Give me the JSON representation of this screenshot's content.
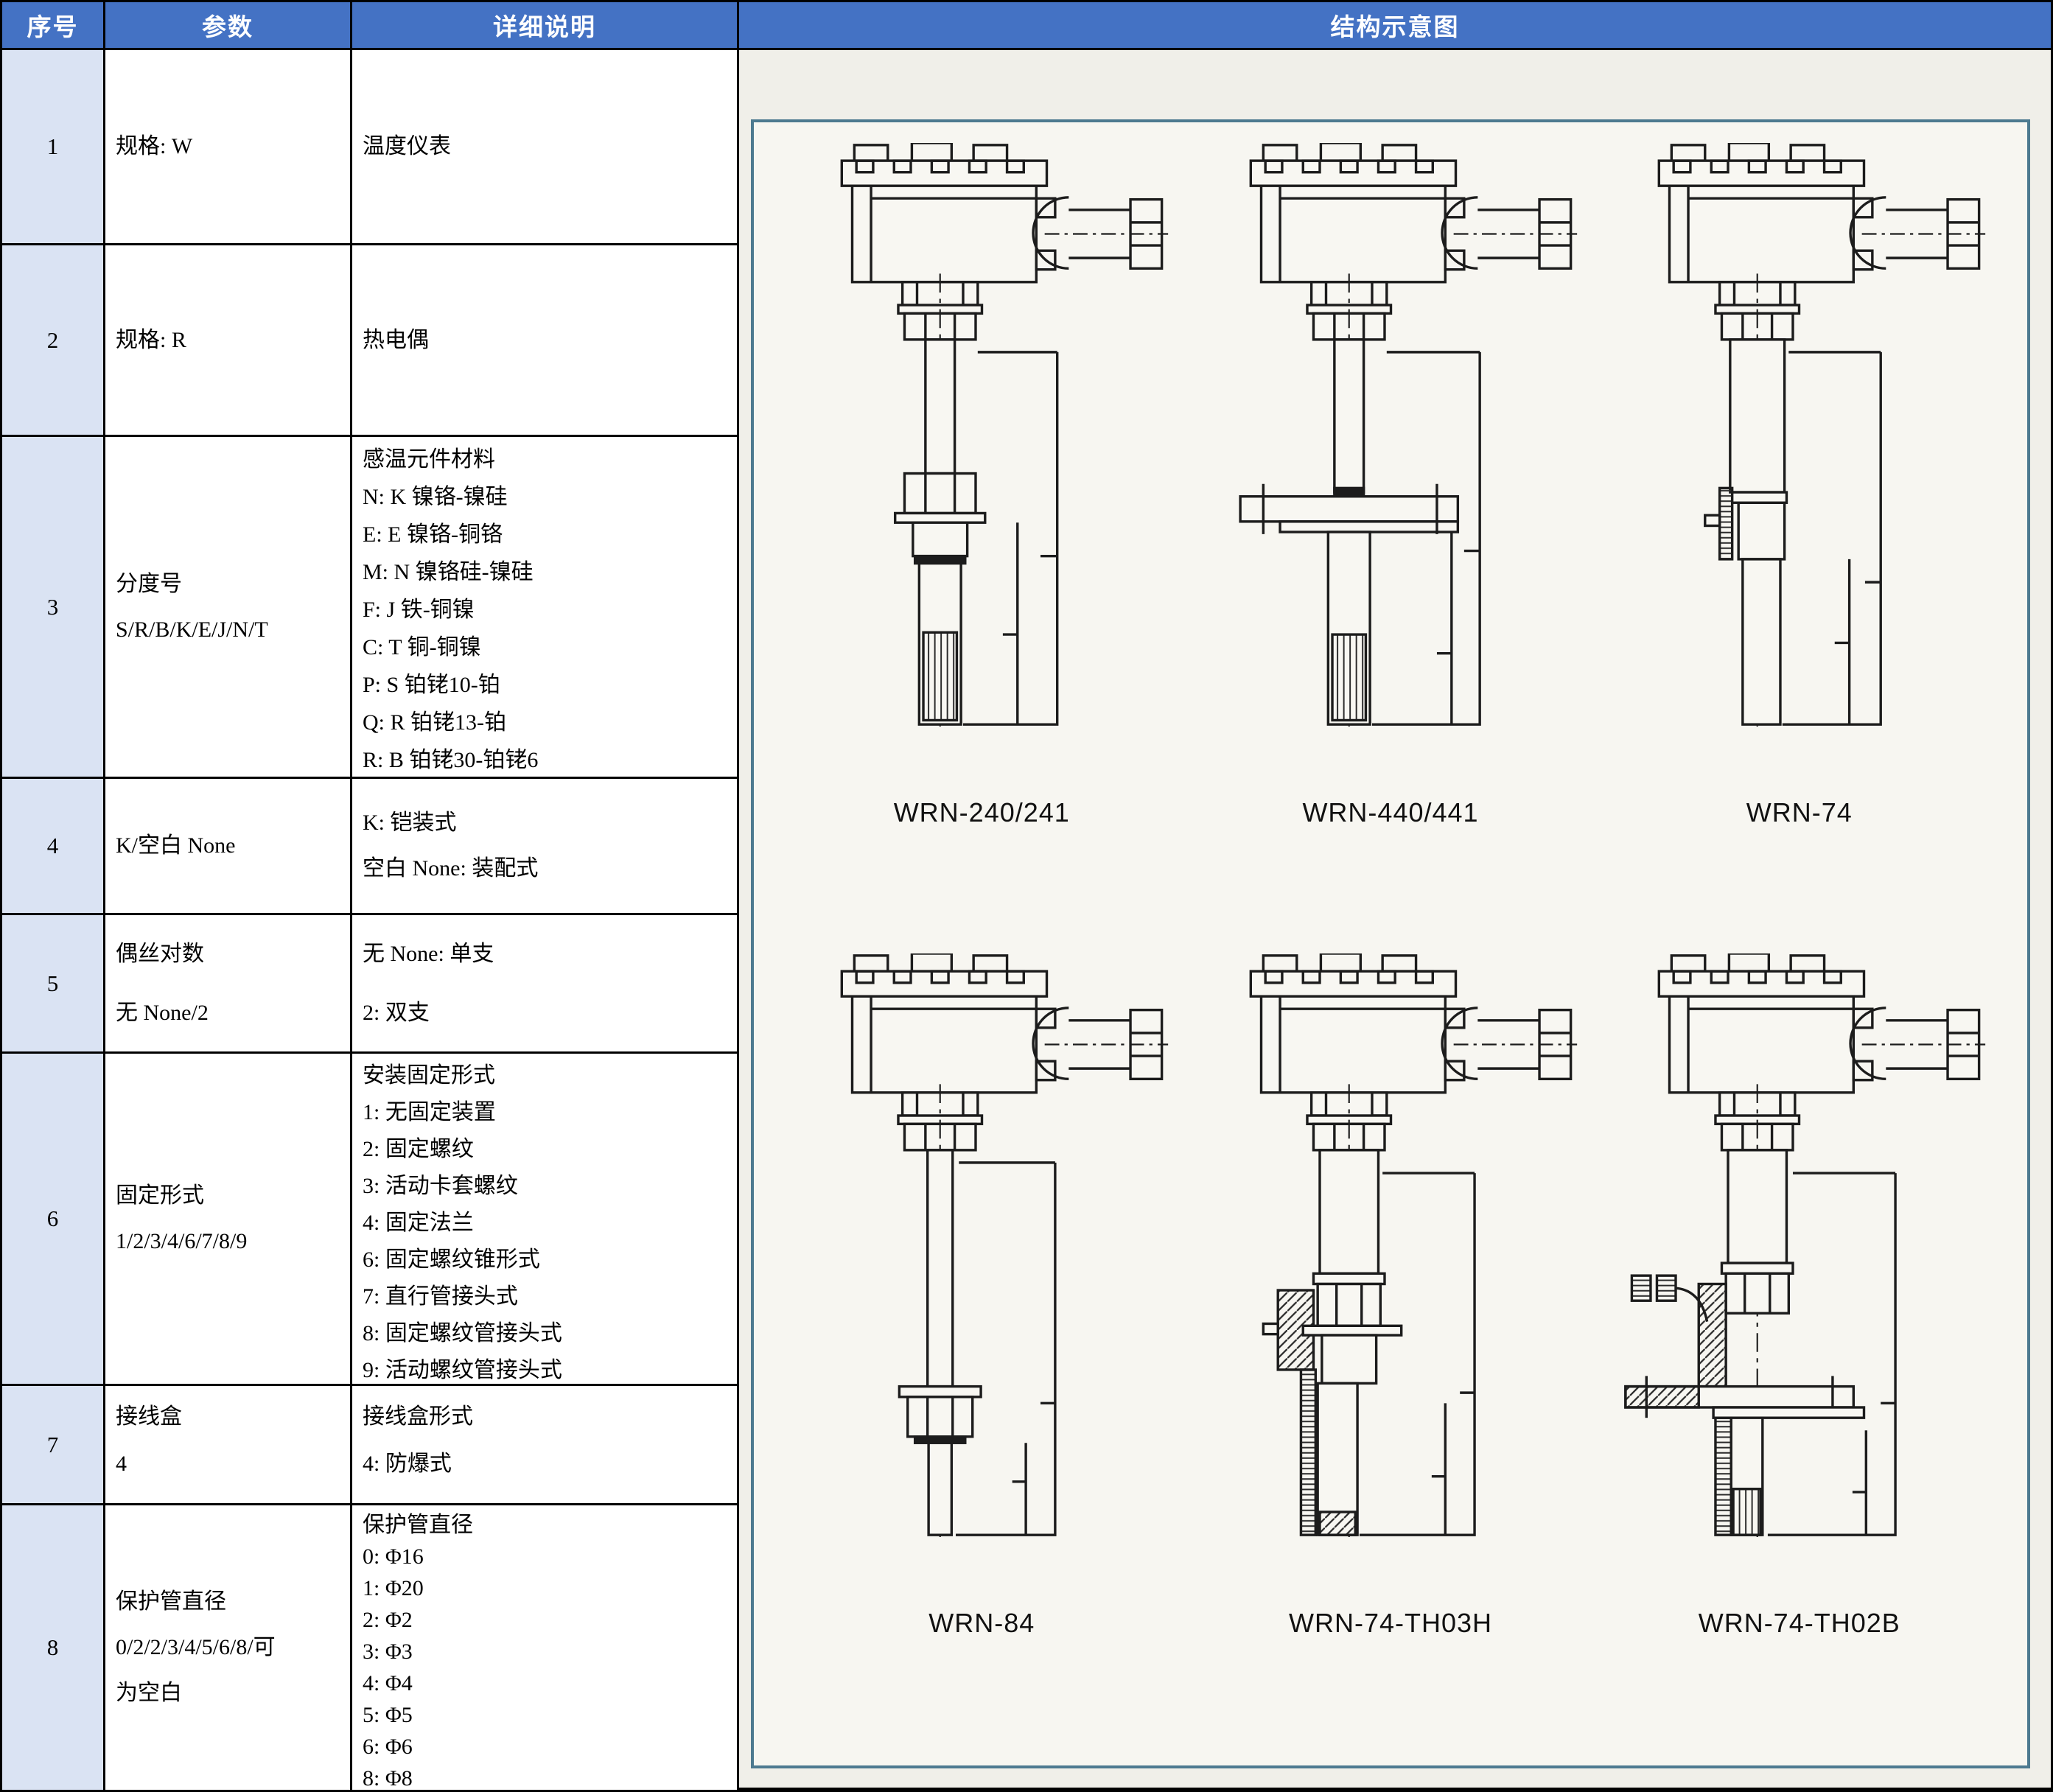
{
  "table": {
    "headers": {
      "no": "序号",
      "param": "参数",
      "desc": "详细说明",
      "diagram": "结构示意图"
    },
    "rows": [
      {
        "no": "1",
        "param": [
          "规格: W"
        ],
        "desc": [
          "温度仪表"
        ]
      },
      {
        "no": "2",
        "param": [
          "规格: R"
        ],
        "desc": [
          "热电偶"
        ]
      },
      {
        "no": "3",
        "param": [
          "分度号",
          "S/R/B/K/E/J/N/T"
        ],
        "desc": [
          "感温元件材料",
          "N: K 镍铬-镍硅",
          "E: E 镍铬-铜铬",
          "M: N 镍铬硅-镍硅",
          "F: J 铁-铜镍",
          "C: T 铜-铜镍",
          "P: S 铂铑10-铂",
          "Q: R 铂铑13-铂",
          "R: B 铂铑30-铂铑6"
        ]
      },
      {
        "no": "4",
        "param": [
          "K/空白 None"
        ],
        "desc": [
          "K: 铠装式",
          "空白 None: 装配式"
        ]
      },
      {
        "no": "5",
        "param": [
          "偶丝对数",
          "无 None/2"
        ],
        "desc": [
          "无 None: 单支",
          "2: 双支"
        ]
      },
      {
        "no": "6",
        "param": [
          "固定形式",
          "1/2/3/4/6/7/8/9"
        ],
        "desc": [
          "安装固定形式",
          "1: 无固定装置",
          "2: 固定螺纹",
          "3: 活动卡套螺纹",
          "4: 固定法兰",
          "6: 固定螺纹锥形式",
          "7: 直行管接头式",
          "8: 固定螺纹管接头式",
          "9: 活动螺纹管接头式"
        ]
      },
      {
        "no": "7",
        "param": [
          "接线盒",
          "4"
        ],
        "desc": [
          "接线盒形式",
          "4: 防爆式"
        ]
      },
      {
        "no": "8",
        "param": [
          "保护管直径",
          "0/2/2/3/4/5/6/8/可",
          "为空白"
        ],
        "desc": [
          "保护管直径",
          "0: Φ16",
          "1: Φ20",
          "2: Φ2",
          "3: Φ3",
          "4: Φ4",
          "5: Φ5",
          "6: Φ6",
          "8: Φ8"
        ]
      }
    ]
  },
  "diagram": {
    "figures": [
      {
        "label": "WRN-240/241"
      },
      {
        "label": "WRN-440/441"
      },
      {
        "label": "WRN-74"
      },
      {
        "label": "WRN-84"
      },
      {
        "label": "WRN-74-TH03H"
      },
      {
        "label": "WRN-74-TH02B"
      }
    ]
  },
  "colors": {
    "header_bg": "#4472c4",
    "index_bg": "#dae3f3",
    "frame_border": "#4d7a90"
  }
}
